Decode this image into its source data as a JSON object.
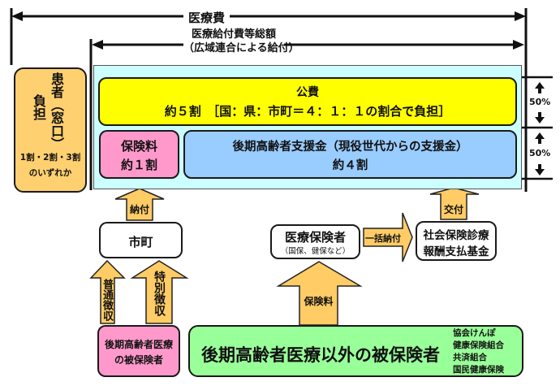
{
  "header": {
    "total_label": "医療費",
    "benefit_label_line1": "医療給付費等総額",
    "benefit_label_line2": "（広域連合による給付）"
  },
  "patient_box": {
    "title_vertical_1": "患者（窓口）",
    "title_vertical_2": "負担",
    "ratio": "1割・2割・3割",
    "ratio_suffix": "のいずれか"
  },
  "funding": {
    "public": {
      "title": "公費",
      "detail": "約５割　［国：県：市町＝４：１：１の割合で負担］"
    },
    "premium": {
      "line1": "保険料",
      "line2": "約１割"
    },
    "support": {
      "line1": "後期高齢者支援金（現役世代からの支援金）",
      "line2": "約４割"
    },
    "share_top": "50%",
    "share_bottom": "50%"
  },
  "flow": {
    "municipality": "市町",
    "payment_label": "納付",
    "ordinary_collection": "普通徴収",
    "special_collection": "特別徴収",
    "insurer_title": "医療保険者",
    "insurer_sub": "（国保、健保など）",
    "lump_sum_label": "一括納付",
    "fund_line1": "社会保険診療",
    "fund_line2": "報酬支払基金",
    "grant_label": "交付",
    "premium_label": "保険料"
  },
  "insured": {
    "elderly_line1": "後期高齢者医療",
    "elderly_line2": "の被保険者",
    "others": "後期高齢者医療以外の被保険者",
    "insurer_types": [
      "協会けんぽ",
      "健康保険組合",
      "共済組合",
      "国民健康保険"
    ]
  },
  "colors": {
    "patient": "#FFD070",
    "frame": "#CCFFFF",
    "public": "#FFFF00",
    "premium": "#FF99CC",
    "support": "#99CCFF",
    "others": "#99FF99",
    "arrow": "#FFCC66",
    "plain": "#FFFFFF",
    "line": "#111111"
  }
}
